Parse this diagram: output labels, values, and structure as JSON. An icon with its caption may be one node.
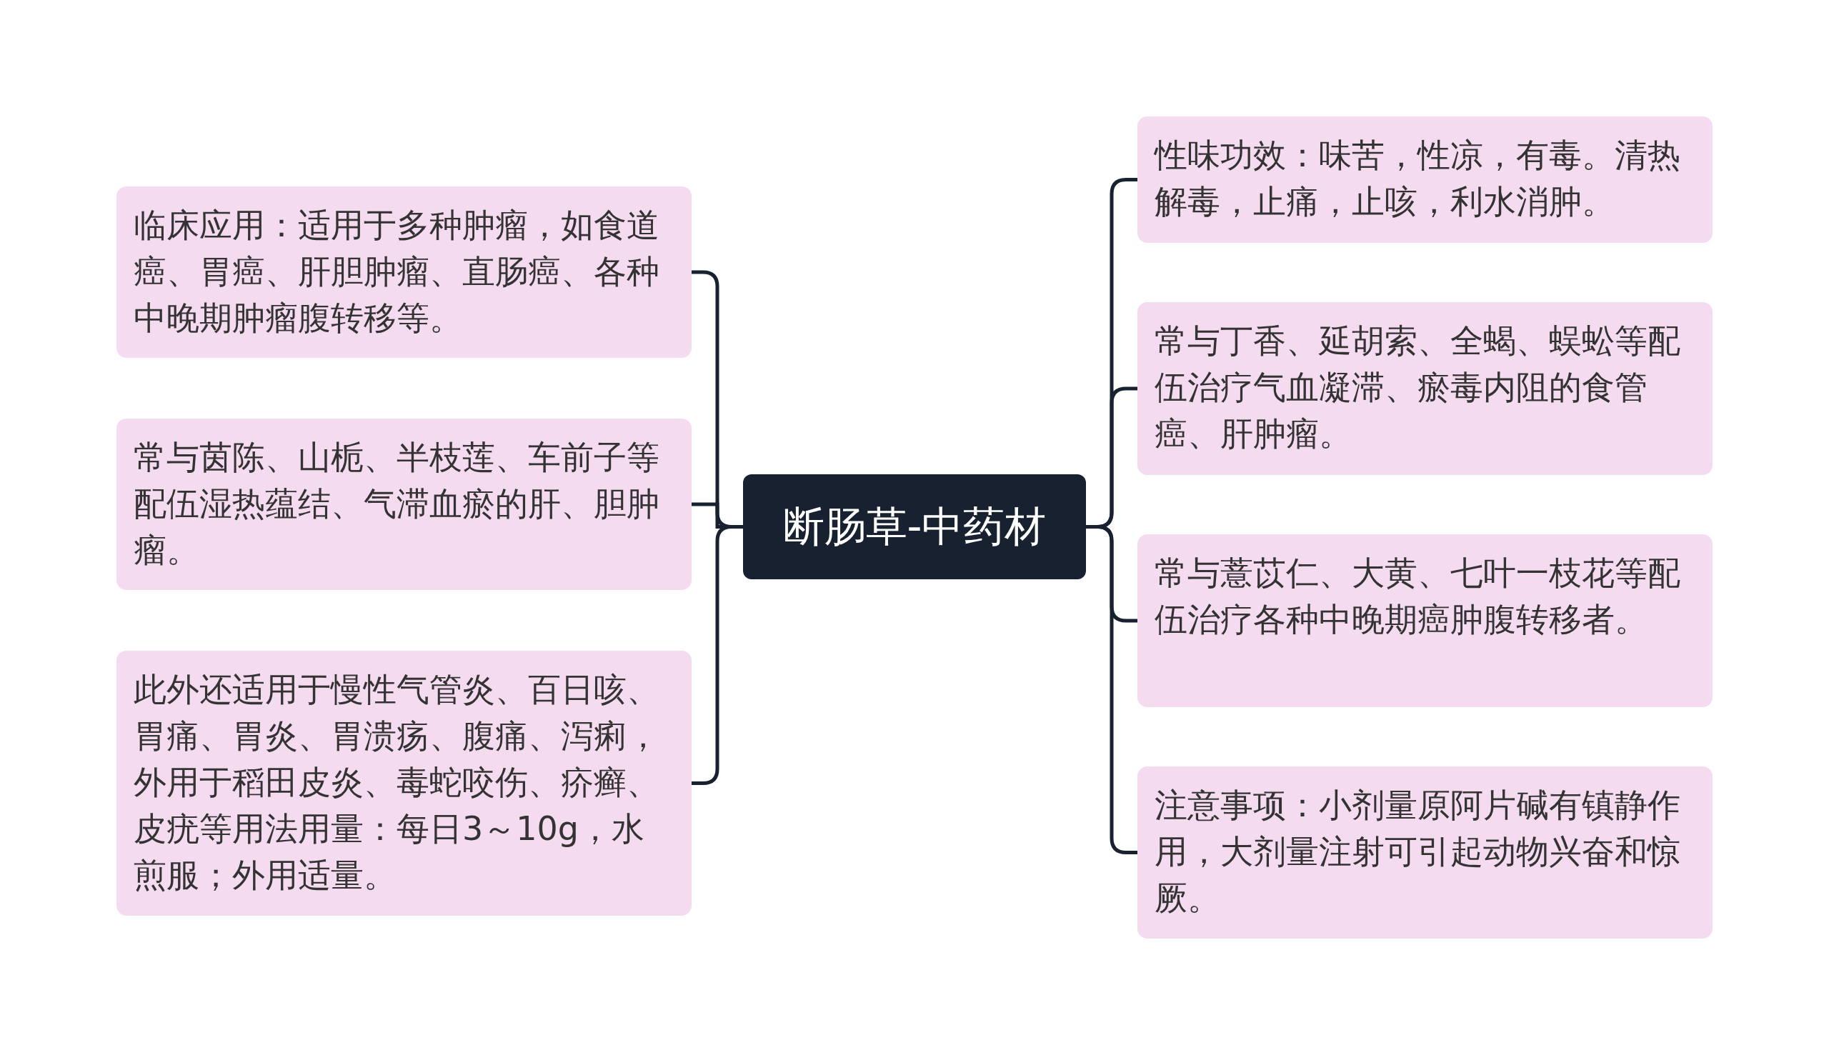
{
  "diagram": {
    "nodes": [
      {
        "text": [
          "断肠草-中药材"
        ]
      },
      {
        "text": [
          "临床应用：适用于多种肿瘤，如食道癌、胃癌、肝胆肿瘤、直肠癌、各种中晚期肿瘤腹转移等。"
        ]
      },
      {
        "text": [
          "常与茵陈、山栀、半枝莲、车前子等配伍湿热蕴结、气滞血瘀的肝、胆肿瘤。"
        ]
      },
      {
        "text": [
          "此外还适用于慢性气管炎、百日咳、胃痛、胃炎、胃溃疡、腹痛、泻痢，外用于稻田皮炎、毒蛇咬伤、疥癣、皮疣等用法用量：每日3～10g，水煎服；外用适量。"
        ]
      },
      {
        "text": [
          "性味功效：味苦，性凉，有毒。清热解毒，止痛，止咳，利水消肿。"
        ]
      },
      {
        "text": [
          "常与丁香、延胡索、全蝎、蜈蚣等配伍治疗气血凝滞、瘀毒内阻的食管癌、肝肿瘤。"
        ]
      },
      {
        "text": [
          "常与薏苡仁、大黄、七叶一枝花等配伍治疗各种中晚期癌肿腹转移者。"
        ]
      },
      {
        "text": [
          "注意事项：小剂量原阿片碱有镇静作用，大剂量注射可引起动物兴奋和惊厥。"
        ]
      }
    ],
    "edges": [
      {
        "from": 0,
        "to": 1,
        "arrow": "none"
      },
      {
        "from": 0,
        "to": 2,
        "arrow": "none"
      },
      {
        "from": 0,
        "to": 3,
        "arrow": "none"
      },
      {
        "from": 0,
        "to": 4,
        "arrow": "none"
      },
      {
        "from": 0,
        "to": 5,
        "arrow": "none"
      },
      {
        "from": 0,
        "to": 6,
        "arrow": "none"
      },
      {
        "from": 0,
        "to": 7,
        "arrow": "none"
      }
    ]
  }
}
